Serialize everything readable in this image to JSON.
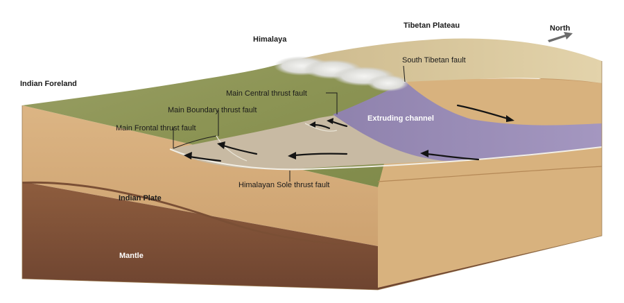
{
  "labels": {
    "tibetan_plateau": "Tibetan Plateau",
    "himalaya": "Himalaya",
    "north": "North",
    "indian_foreland": "Indian Foreland",
    "south_tibetan_fault": "South Tibetan fault",
    "main_central_thrust": "Main Central thrust fault",
    "main_boundary_thrust": "Main Boundary thrust fault",
    "main_frontal_thrust": "Main Frontal thrust fault",
    "extruding_channel": "Extruding channel",
    "himalayan_sole_thrust": "Himalayan Sole thrust fault",
    "indian_plate": "Indian Plate",
    "mantle": "Mantle"
  },
  "colors": {
    "plate": "#d6ae7c",
    "plate_side": "#c9a06d",
    "mantle": "#8a5a3c",
    "foreland": "#8f9a58",
    "plateau": "#d9c79c",
    "channel": "#9d8fb8",
    "wedge": "#c6b8a0",
    "north_arrow": "#6b6b6b"
  },
  "icons": {
    "north": "arrow-north-icon"
  }
}
